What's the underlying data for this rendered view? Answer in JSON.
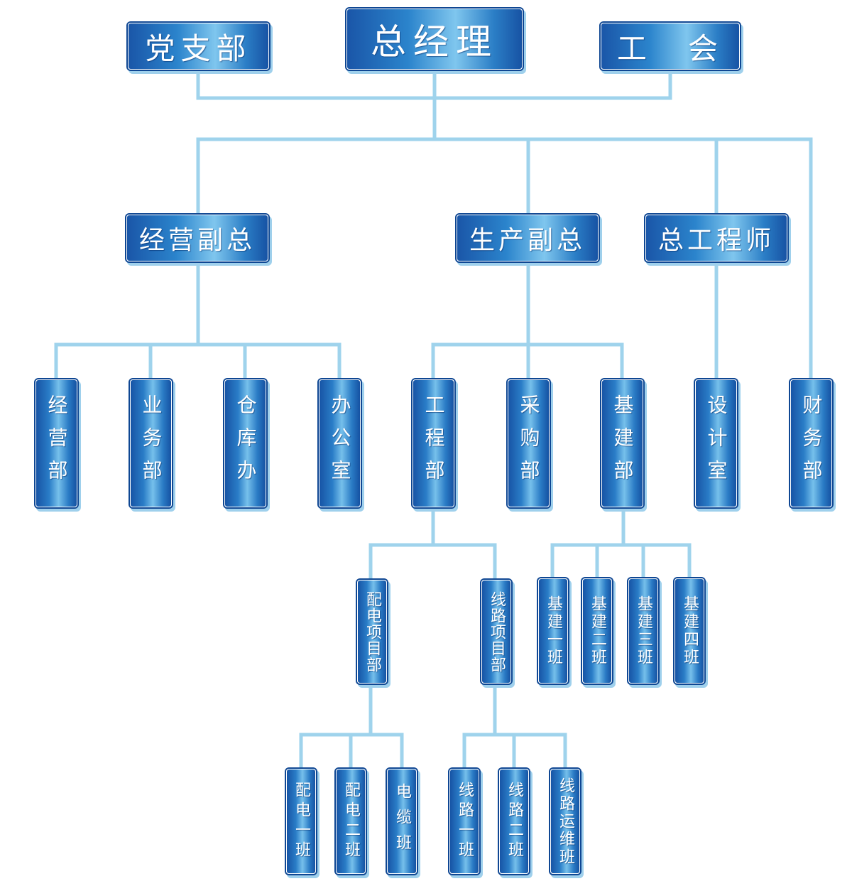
{
  "top_level": {
    "party_branch": "党支部",
    "general_manager": "总经理",
    "labor_union": "工　会"
  },
  "deputies": {
    "business": "经营副总",
    "production": "生产副总",
    "chief_engineer": "总工程师"
  },
  "departments": {
    "operations": "经营部",
    "sales": "业务部",
    "warehouse": "仓库办",
    "office": "办公室",
    "engineering": "工程部",
    "procurement": "采购部",
    "construction": "基建部",
    "design": "设计室",
    "finance": "财务部"
  },
  "engineering_units": {
    "distribution_project": "配电项目部",
    "line_project": "线路项目部"
  },
  "construction_teams": {
    "team1": "基建一班",
    "team2": "基建二班",
    "team3": "基建三班",
    "team4": "基建四班"
  },
  "distribution_teams": {
    "team1": "配电一班",
    "team2": "配电二班",
    "cable": "电缆班"
  },
  "line_teams": {
    "team1": "线路一班",
    "team2": "线路二班",
    "maintenance": "线路运维班"
  },
  "colors": {
    "box_dark": "#0f4793",
    "box_mid": "#2b84cc",
    "box_light": "#7fc6ee",
    "connector": "#9fd3ec",
    "text": "#ffffff"
  }
}
